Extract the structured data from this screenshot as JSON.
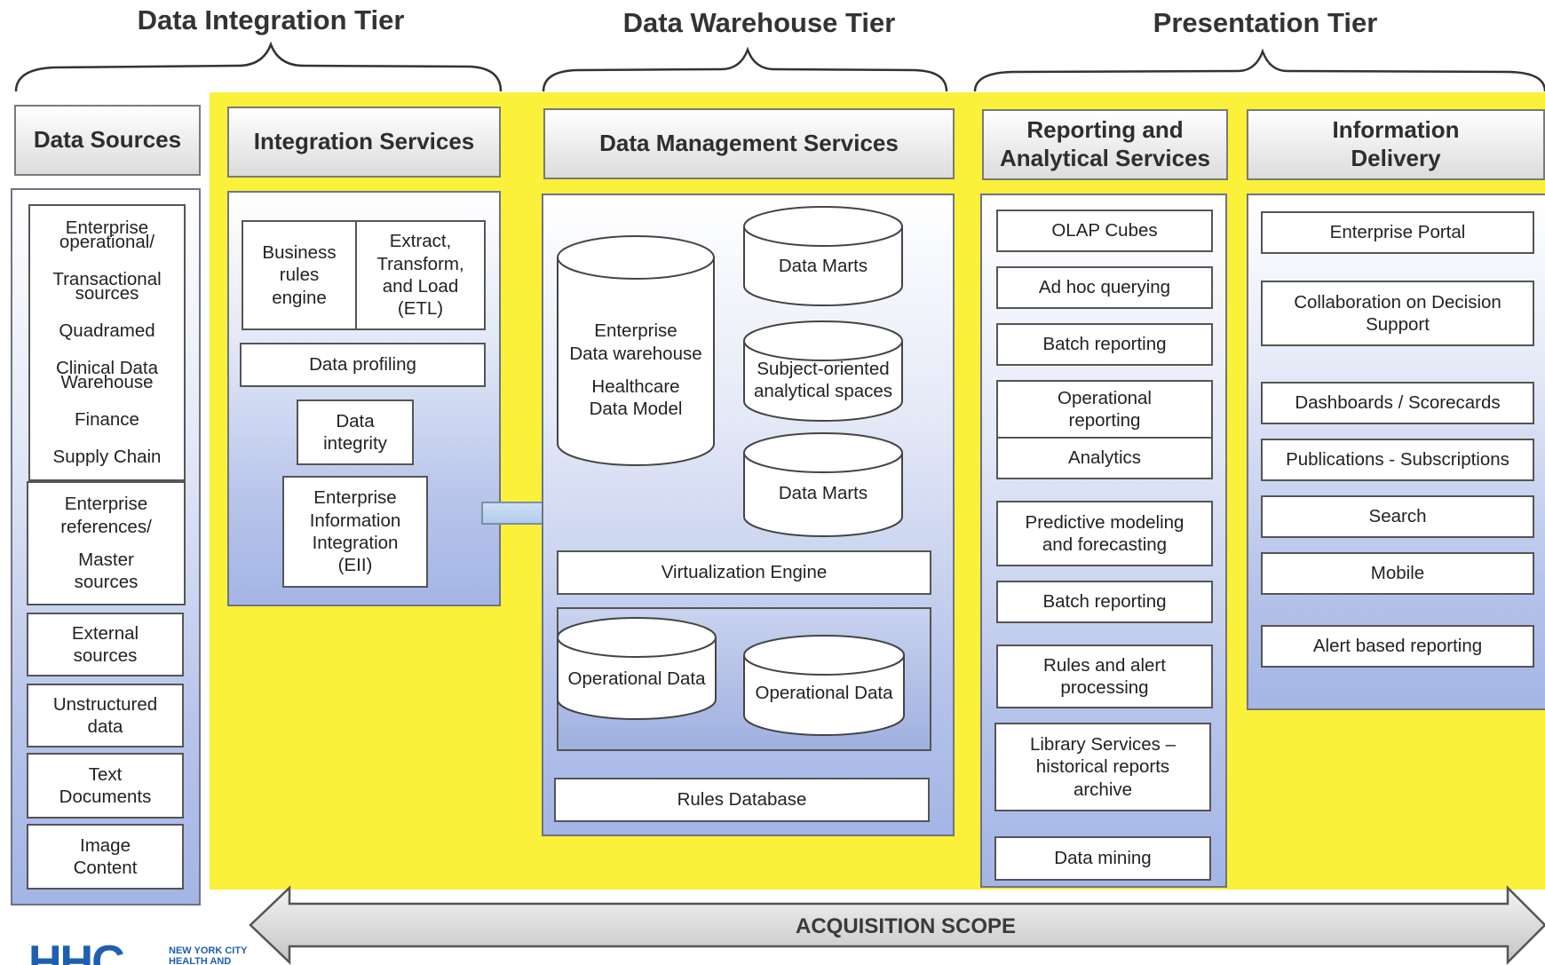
{
  "tiers": {
    "integration": "Data Integration Tier",
    "warehouse": "Data Warehouse Tier",
    "presentation": "Presentation Tier"
  },
  "headers": {
    "data_sources": "Data Sources",
    "integration_services": "Integration Services",
    "data_management_services": "Data Management Services",
    "reporting": [
      "Reporting and",
      "Analytical Services"
    ],
    "delivery": [
      "Information",
      "Delivery"
    ]
  },
  "data_sources": {
    "group1": [
      "Enterprise",
      "operational/",
      "Transactional",
      "sources",
      "Quadramed",
      "Clinical Data",
      "Warehouse",
      "Finance",
      "Supply Chain"
    ],
    "group2": [
      "Enterprise",
      "references/",
      "Master",
      "sources"
    ],
    "external": [
      "External",
      "sources"
    ],
    "unstructured": [
      "Unstructured",
      "data"
    ],
    "text_docs": [
      "Text",
      "Documents"
    ],
    "image": [
      "Image",
      "Content"
    ]
  },
  "integration_services": {
    "business_rules": [
      "Business",
      "rules",
      "engine"
    ],
    "etl": [
      "Extract,",
      "Transform,",
      "and Load",
      "(ETL)"
    ],
    "profiling": "Data profiling",
    "integrity": [
      "Data",
      "integrity"
    ],
    "eii": [
      "Enterprise",
      "Information",
      "Integration",
      "(EII)"
    ]
  },
  "data_management": {
    "edw": [
      "Enterprise",
      "Data warehouse"
    ],
    "hdm": [
      "Healthcare",
      "Data Model"
    ],
    "marts_top": "Data Marts",
    "subject": [
      "Subject-oriented",
      "analytical spaces"
    ],
    "marts_bottom": "Data Marts",
    "virtualization": "Virtualization Engine",
    "op_data_1": "Operational Data",
    "op_data_2": "Operational Data",
    "rules_db": "Rules Database"
  },
  "reporting": {
    "olap": "OLAP Cubes",
    "adhoc": "Ad hoc querying",
    "batch1": "Batch reporting",
    "operational": [
      "Operational",
      "reporting"
    ],
    "analytics": "Analytics",
    "predictive": [
      "Predictive modeling",
      "and forecasting"
    ],
    "batch2": "Batch reporting",
    "rules_alert": [
      "Rules and alert",
      "processing"
    ],
    "library": [
      "Library Services –",
      "historical reports",
      "archive"
    ],
    "mining": "Data mining"
  },
  "delivery": {
    "portal": "Enterprise Portal",
    "collab": [
      "Collaboration on Decision",
      "Support"
    ],
    "dashboards": "Dashboards / Scorecards",
    "publications": "Publications - Subscriptions",
    "search": "Search",
    "mobile": "Mobile",
    "alert": "Alert based reporting"
  },
  "scope": "ACQUISITION SCOPE",
  "logo": {
    "letters": "HHC",
    "text": [
      "NEW YORK CITY",
      "HEALTH AND"
    ]
  },
  "colors": {
    "yellow": "#fbf03a",
    "panel_blue": "#a4b5e6",
    "logo_blue": "#1f5fb0"
  }
}
